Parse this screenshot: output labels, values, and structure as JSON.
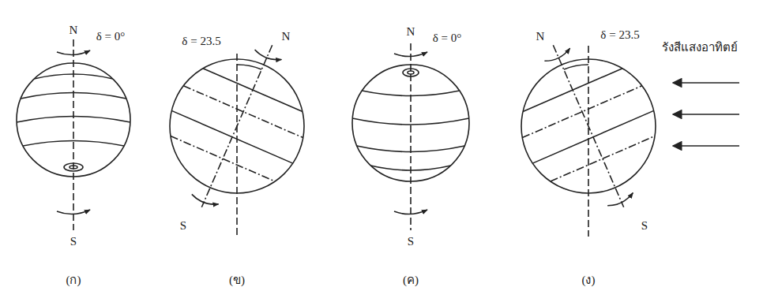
{
  "diagram": {
    "labels": [
      "N",
      "δ = 0°",
      "S",
      "(ก)",
      "δ = 23.5",
      "N",
      "S",
      "(ข)",
      "N",
      "δ = 0°",
      "S",
      "(ค)",
      "N",
      "δ = 23.5",
      "S",
      "(ง)",
      "รังสีแสงอาทิตย์"
    ]
  }
}
